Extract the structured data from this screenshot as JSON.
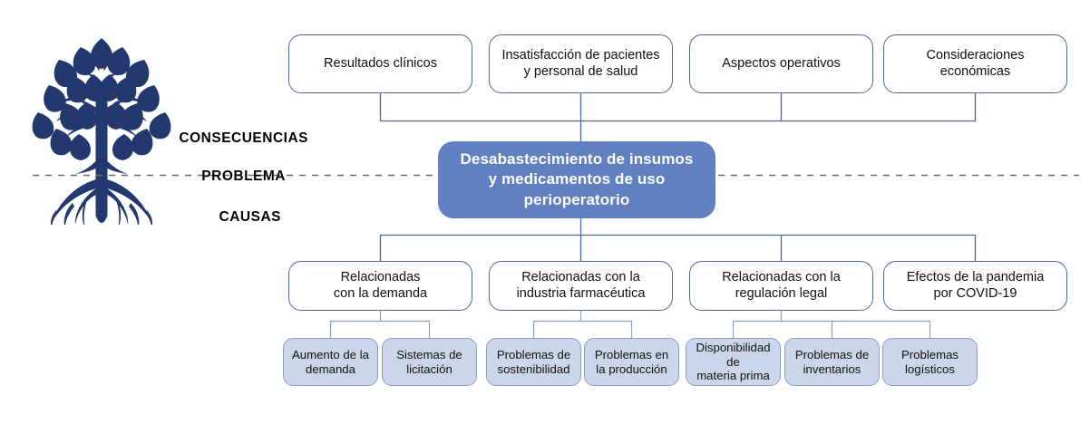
{
  "diagram": {
    "title": "Desabastecimiento de insumos y medicamentos de uso perioperatorio",
    "language": "es",
    "colors": {
      "problem_fill": "#6180c2",
      "problem_text": "#ffffff",
      "outline_box_border": "#51679b",
      "outline_box_fill": "#ffffff",
      "sub_box_fill": "#ccd6ea",
      "sub_box_border": "#8e9fc4",
      "connector_line": "#51679b",
      "divider_dashed": "#6d6d6d",
      "tree_logo": "#22386f",
      "text": "#101010"
    }
  },
  "axis_labels": {
    "consequences": "CONSECUENCIAS",
    "problem": "PROBLEMA",
    "causes": "CAUSAS"
  },
  "logo": {
    "name": "tree-with-roots-logo",
    "color": "#22386f"
  },
  "problem": {
    "line1": "Desabastecimiento de insumos",
    "line2": "y medicamentos de uso",
    "line3": "perioperatorio"
  },
  "consequences": [
    {
      "id": "clinical-results",
      "line1": "Resultados clínicos",
      "line2": ""
    },
    {
      "id": "patient-staff-dissatisfaction",
      "line1": "Insatisfacción de pacientes",
      "line2": "y personal de salud"
    },
    {
      "id": "operational-aspects",
      "line1": "Aspectos operativos",
      "line2": ""
    },
    {
      "id": "economic-considerations",
      "line1": "Consideraciones",
      "line2": "económicas"
    }
  ],
  "causes": [
    {
      "id": "demand-related",
      "line1": "Relacionadas",
      "line2": "con la demanda",
      "subcauses": [
        {
          "id": "demand-increase",
          "line1": "Aumento de la",
          "line2": "demanda"
        },
        {
          "id": "bidding-systems",
          "line1": "Sistemas de",
          "line2": "licitación"
        }
      ]
    },
    {
      "id": "pharma-industry-related",
      "line1": "Relacionadas con la",
      "line2": "industria farmacéutica",
      "subcauses": [
        {
          "id": "sustainability-problems",
          "line1": "Problemas de",
          "line2": "sostenibilidad"
        },
        {
          "id": "production-problems",
          "line1": "Problemas en",
          "line2": "la producción"
        }
      ]
    },
    {
      "id": "legal-regulation-related",
      "line1": "Relacionadas con la",
      "line2": "regulación legal",
      "subcauses": [
        {
          "id": "raw-material-availability",
          "line1": "Disponibilidad de",
          "line2": "materia prima"
        },
        {
          "id": "inventory-problems",
          "line1": "Problemas de",
          "line2": "inventarios"
        },
        {
          "id": "logistics-problems",
          "line1": "Problemas",
          "line2": "logísticos"
        }
      ]
    },
    {
      "id": "covid-pandemic-effects",
      "line1": "Efectos de la pandemia",
      "line2": "por COVID-19",
      "subcauses": []
    }
  ]
}
